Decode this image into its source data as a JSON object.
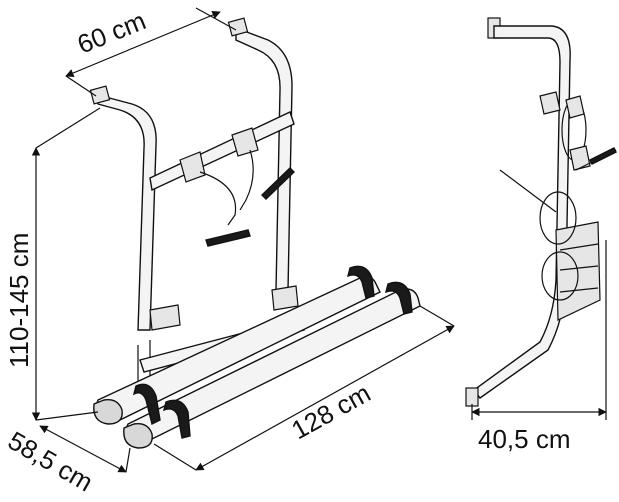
{
  "dimensions": {
    "width_top": "60 cm",
    "height": "110-145 cm",
    "depth_front": "58,5 cm",
    "length": "128 cm",
    "side_depth": "40,5 cm"
  },
  "colors": {
    "line": "#111111",
    "tube_fill": "#f4f4f4",
    "strap": "#1a1a1a",
    "background": "#ffffff"
  }
}
